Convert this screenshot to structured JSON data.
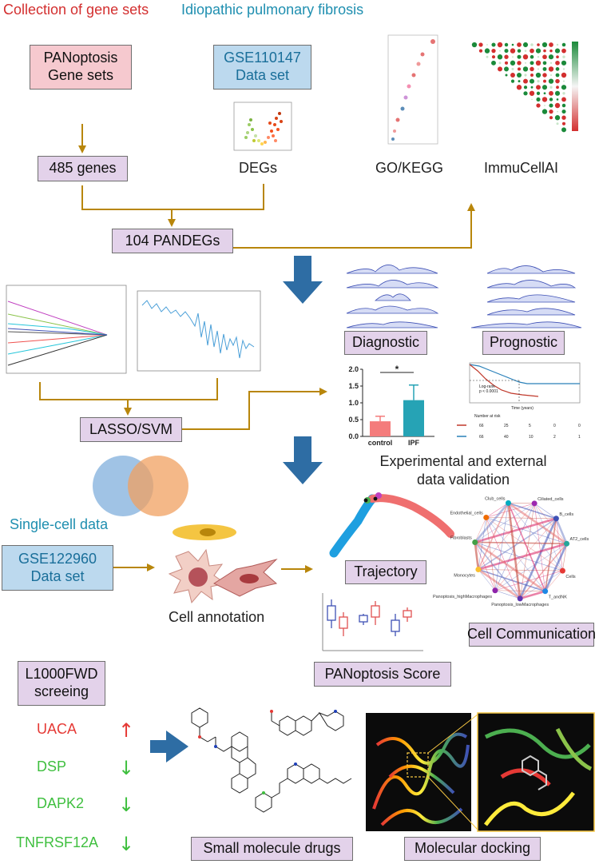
{
  "headers": {
    "collection": "Collection of gene sets",
    "ipf": "Idiopathic pulmonary fibrosis",
    "single_cell": "Single-cell data"
  },
  "boxes": {
    "panoptosis": [
      "PANoptosis",
      "Gene sets"
    ],
    "gse110147": [
      "GSE110147",
      "Data set"
    ],
    "genes485": "485 genes",
    "pandegs": "104 PANDEGs",
    "lasso_svm": "LASSO/SVM",
    "diagnostic": "Diagnostic",
    "prognostic": "Prognostic",
    "gse122960": [
      "GSE122960",
      "Data set"
    ],
    "trajectory": "Trajectory",
    "cell_communication": "Cell Communication",
    "panoptosis_score": "PANoptosis Score",
    "l1000fwd": [
      "L1000FWD",
      "screeing"
    ],
    "small_molecule": "Small molecule drugs",
    "molecular_docking": "Molecular docking"
  },
  "labels": {
    "degs": "DEGs",
    "go_kegg": "GO/KEGG",
    "immucellai": "ImmuCellAI",
    "validation": [
      "Experimental and external",
      "data validation"
    ],
    "cell_annotation": "Cell annotation"
  },
  "genes": [
    {
      "name": "UACA",
      "direction": "up",
      "color": "#e53935"
    },
    {
      "name": "DSP",
      "direction": "down",
      "color": "#3fbf3f"
    },
    {
      "name": "DAPK2",
      "direction": "down",
      "color": "#3fbf3f"
    },
    {
      "name": "TNFRSF12A",
      "direction": "down",
      "color": "#3fbf3f"
    }
  ],
  "bar_chart": {
    "categories": [
      "control",
      "IPF"
    ],
    "values": [
      0.45,
      1.08
    ],
    "errors": [
      0.15,
      0.45
    ],
    "ylim": [
      0,
      2.0
    ],
    "yticks": [
      "0.0",
      "0.5",
      "1.0",
      "1.5",
      "2.0"
    ],
    "significance": "*",
    "colors": [
      "#f47c7c",
      "#26a3b5"
    ]
  },
  "km_plot": {
    "legend": [
      "Log-rank",
      "p < 0.0001"
    ],
    "xlabel": "Time (years)",
    "risk_title": "Number at risk",
    "risk_rows": [
      {
        "group": "66",
        "counts": [
          "66",
          "25",
          "5",
          "0",
          "0"
        ],
        "color": "#c0392b"
      },
      {
        "group": "66",
        "counts": [
          "66",
          "40",
          "10",
          "2",
          "1"
        ],
        "color": "#2980b9"
      }
    ]
  },
  "network_nodes": [
    "Ciliated_cells",
    "B_cells",
    "AT2_cells",
    "Cells",
    "T_andNK",
    "Panoptosis_lowMacrophages",
    "Panoptosis_highMacrophages",
    "Monocytes",
    "Fibroblasts",
    "Endothelial_cells",
    "Club_cells"
  ],
  "venn": {
    "left": "",
    "center": "",
    "right": ""
  },
  "colors": {
    "header_red": "#d32f2f",
    "header_blue": "#1f8fb0",
    "arrow_brown": "#b8860b",
    "big_arrow": "#2e6da4"
  }
}
